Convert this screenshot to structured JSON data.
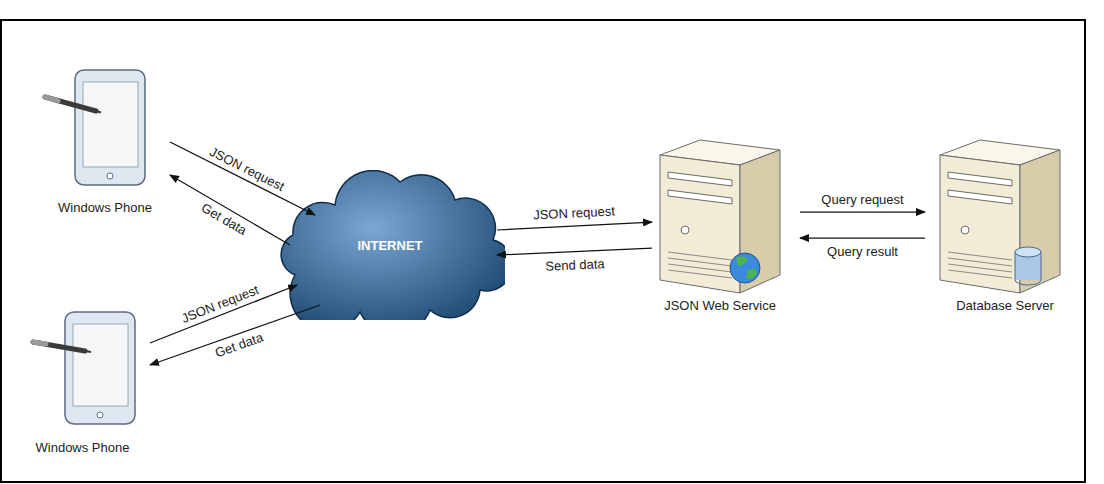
{
  "diagram": {
    "nodes": [
      {
        "text": [
          "Windows Phone"
        ]
      },
      {
        "text": [
          "Windows Phone"
        ]
      },
      {
        "text": [
          "INTERNET"
        ]
      },
      {
        "text": [
          "JSON Web Service"
        ]
      },
      {
        "text": [
          "Database Server"
        ]
      }
    ],
    "edges": [
      {
        "from": 0,
        "to": 2,
        "label": "JSON request",
        "arrow": "to"
      },
      {
        "from": 2,
        "to": 0,
        "label": "Get data",
        "arrow": "to"
      },
      {
        "from": 1,
        "to": 2,
        "label": "JSON request",
        "arrow": "to"
      },
      {
        "from": 2,
        "to": 1,
        "label": "Get data",
        "arrow": "to"
      },
      {
        "from": 2,
        "to": 3,
        "label": "JSON request",
        "arrow": "to"
      },
      {
        "from": 3,
        "to": 2,
        "label": "Send data",
        "arrow": "to"
      },
      {
        "from": 3,
        "to": 4,
        "label": "Query request",
        "arrow": "to"
      },
      {
        "from": 4,
        "to": 3,
        "label": "Query result",
        "arrow": "to"
      }
    ]
  }
}
